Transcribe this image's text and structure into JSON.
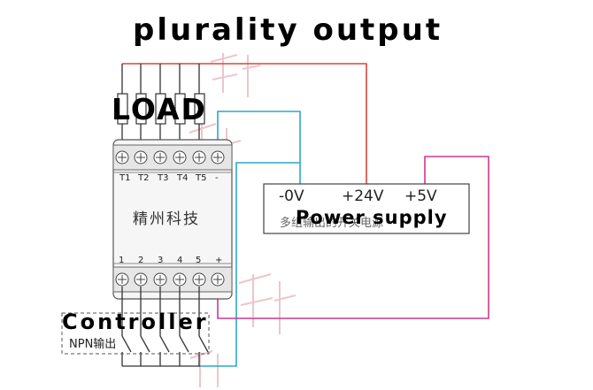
{
  "diagram": {
    "title": "plurality output",
    "load_label": "LOAD",
    "power_supply_label": "Power supply",
    "controller_label": "Controller",
    "module": {
      "brand": "精州科技",
      "top_terminals": [
        "T1",
        "T2",
        "T3",
        "T4",
        "T5",
        "-"
      ],
      "bottom_terminals": [
        "1",
        "2",
        "3",
        "4",
        "5",
        "+"
      ]
    },
    "power_supply": {
      "terminals": [
        "-0V",
        "+24V",
        "+5V"
      ],
      "subtitle": "多组输出的开关电源"
    },
    "controller": {
      "output_type": "NPN输出"
    },
    "watermark": "精州科技",
    "wire_colors": {
      "red": "#d9463b",
      "blue": "#2fa6c9",
      "magenta": "#cc3a8e",
      "black": "#222222"
    }
  }
}
